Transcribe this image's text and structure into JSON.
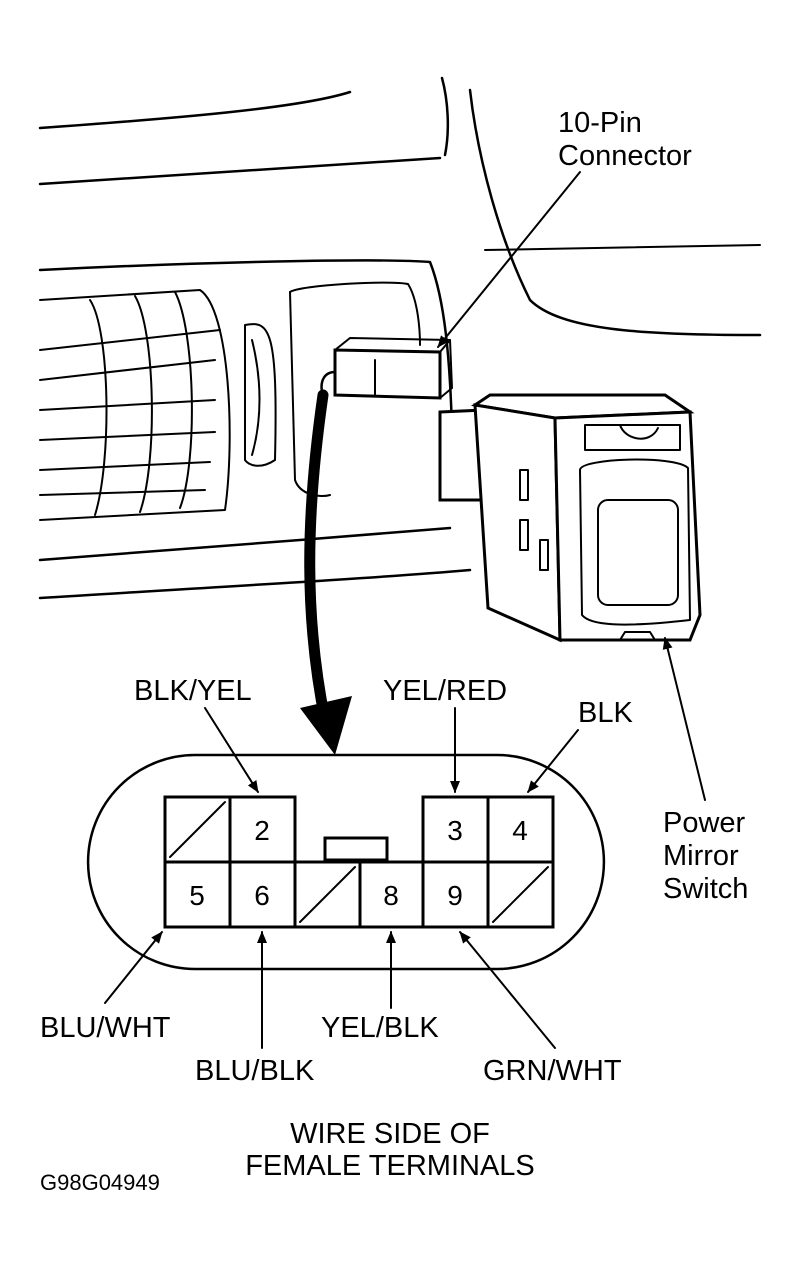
{
  "callouts": {
    "connector": "10-Pin\nConnector",
    "switch": "Power\nMirror\nSwitch"
  },
  "connector": {
    "top_row_pins": [
      "",
      "2",
      "",
      "3",
      "4"
    ],
    "bottom_row_pins": [
      "5",
      "6",
      "",
      "8",
      "9",
      ""
    ]
  },
  "wires": {
    "blk_yel": "BLK/YEL",
    "yel_red": "YEL/RED",
    "blk": "BLK",
    "blu_wht": "BLU/WHT",
    "blu_blk": "BLU/BLK",
    "yel_blk": "YEL/BLK",
    "grn_wht": "GRN/WHT"
  },
  "caption": {
    "line1": "WIRE SIDE OF",
    "line2": "FEMALE TERMINALS"
  },
  "figure_code": "G98G04949"
}
